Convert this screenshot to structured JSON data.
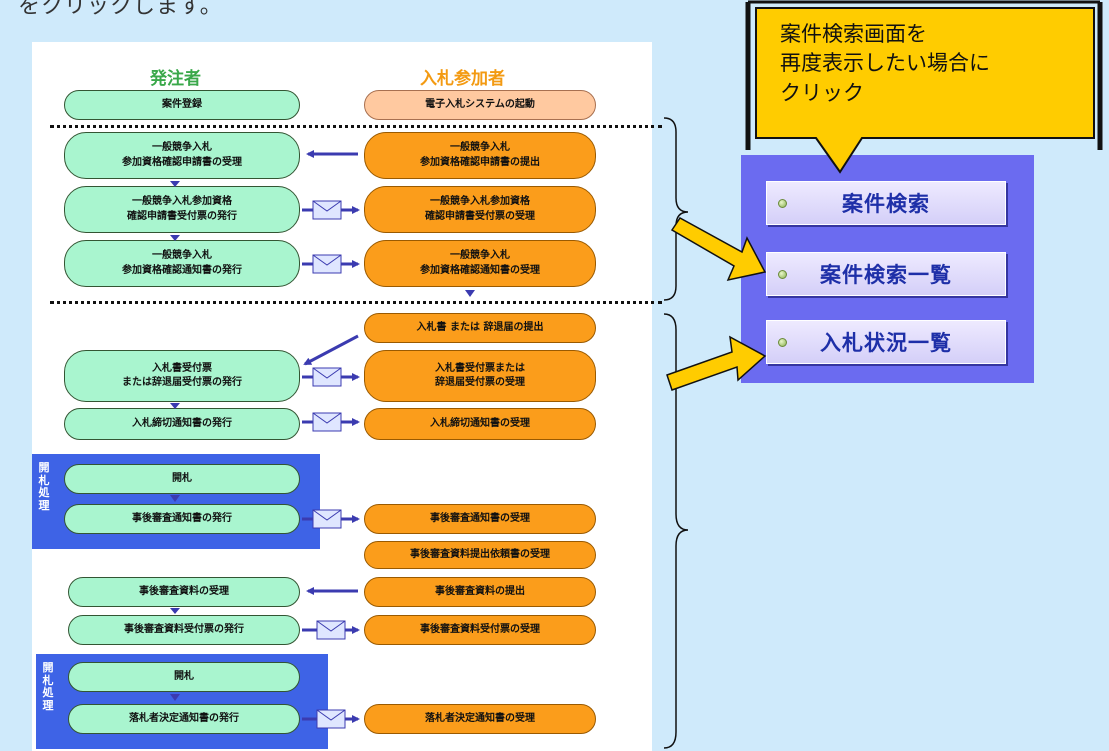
{
  "intro_text": "をクリックします。",
  "columns": {
    "orderer": "発注者",
    "bidder": "入札参加者"
  },
  "flow": {
    "case_registration": "案件登録",
    "system_start": "電子入札システムの起動",
    "qual_apply_receive": "一般競争入札\n参加資格確認申請書の受理",
    "qual_apply_submit": "一般競争入札\n参加資格確認申請書の提出",
    "qual_receipt_issue": "一般競争入札参加資格\n確認申請書受付票の発行",
    "qual_receipt_receive": "一般競争入札参加資格\n確認申請書受付票の受理",
    "qual_notice_issue": "一般競争入札\n参加資格確認通知書の発行",
    "qual_notice_receive": "一般競争入札\n参加資格確認通知書の受理",
    "bid_submit": "入札書 または 辞退届の提出",
    "bid_receipt_issue": "入札書受付票\nまたは辞退届受付票の発行",
    "bid_receipt_receive": "入札書受付票または\n辞退届受付票の受理",
    "bid_close_issue": "入札締切通知書の発行",
    "bid_close_receive": "入札締切通知書の受理",
    "opening_1": "開札",
    "review_notice_issue": "事後審査通知書の発行",
    "review_notice_receive": "事後審査通知書の受理",
    "review_request_receive": "事後審査資料提出依頼書の受理",
    "review_docs_receive": "事後審査資料の受理",
    "review_docs_submit": "事後審査資料の提出",
    "review_docs_receipt_issue": "事後審査資料受付票の発行",
    "review_docs_receipt_receive": "事後審査資料受付票の受理",
    "opening_2": "開札",
    "winner_notice_issue": "落札者決定通知書の発行",
    "winner_notice_receive": "落札者決定通知書の受理",
    "opening_process_label_1": "開札処理",
    "opening_process_label_2": "開札処理"
  },
  "callout": {
    "text": "案件検索画面を\n再度表示したい場合に\nクリック"
  },
  "nav_buttons": {
    "case_search": "案件検索",
    "case_search_list": "案件検索一覧",
    "bid_status_list": "入札状況一覧"
  },
  "colors": {
    "orderer_fill": "#a9f5cf",
    "bidder_fill": "#fb9d1b",
    "start_fill": "#ffc9a0",
    "process_box": "#3e63e6",
    "callout_fill": "#ffcc00",
    "arrow_fill": "#ffcc00",
    "flow_arrow": "#3b3bb0",
    "button_panel": "#6b6bf0"
  }
}
